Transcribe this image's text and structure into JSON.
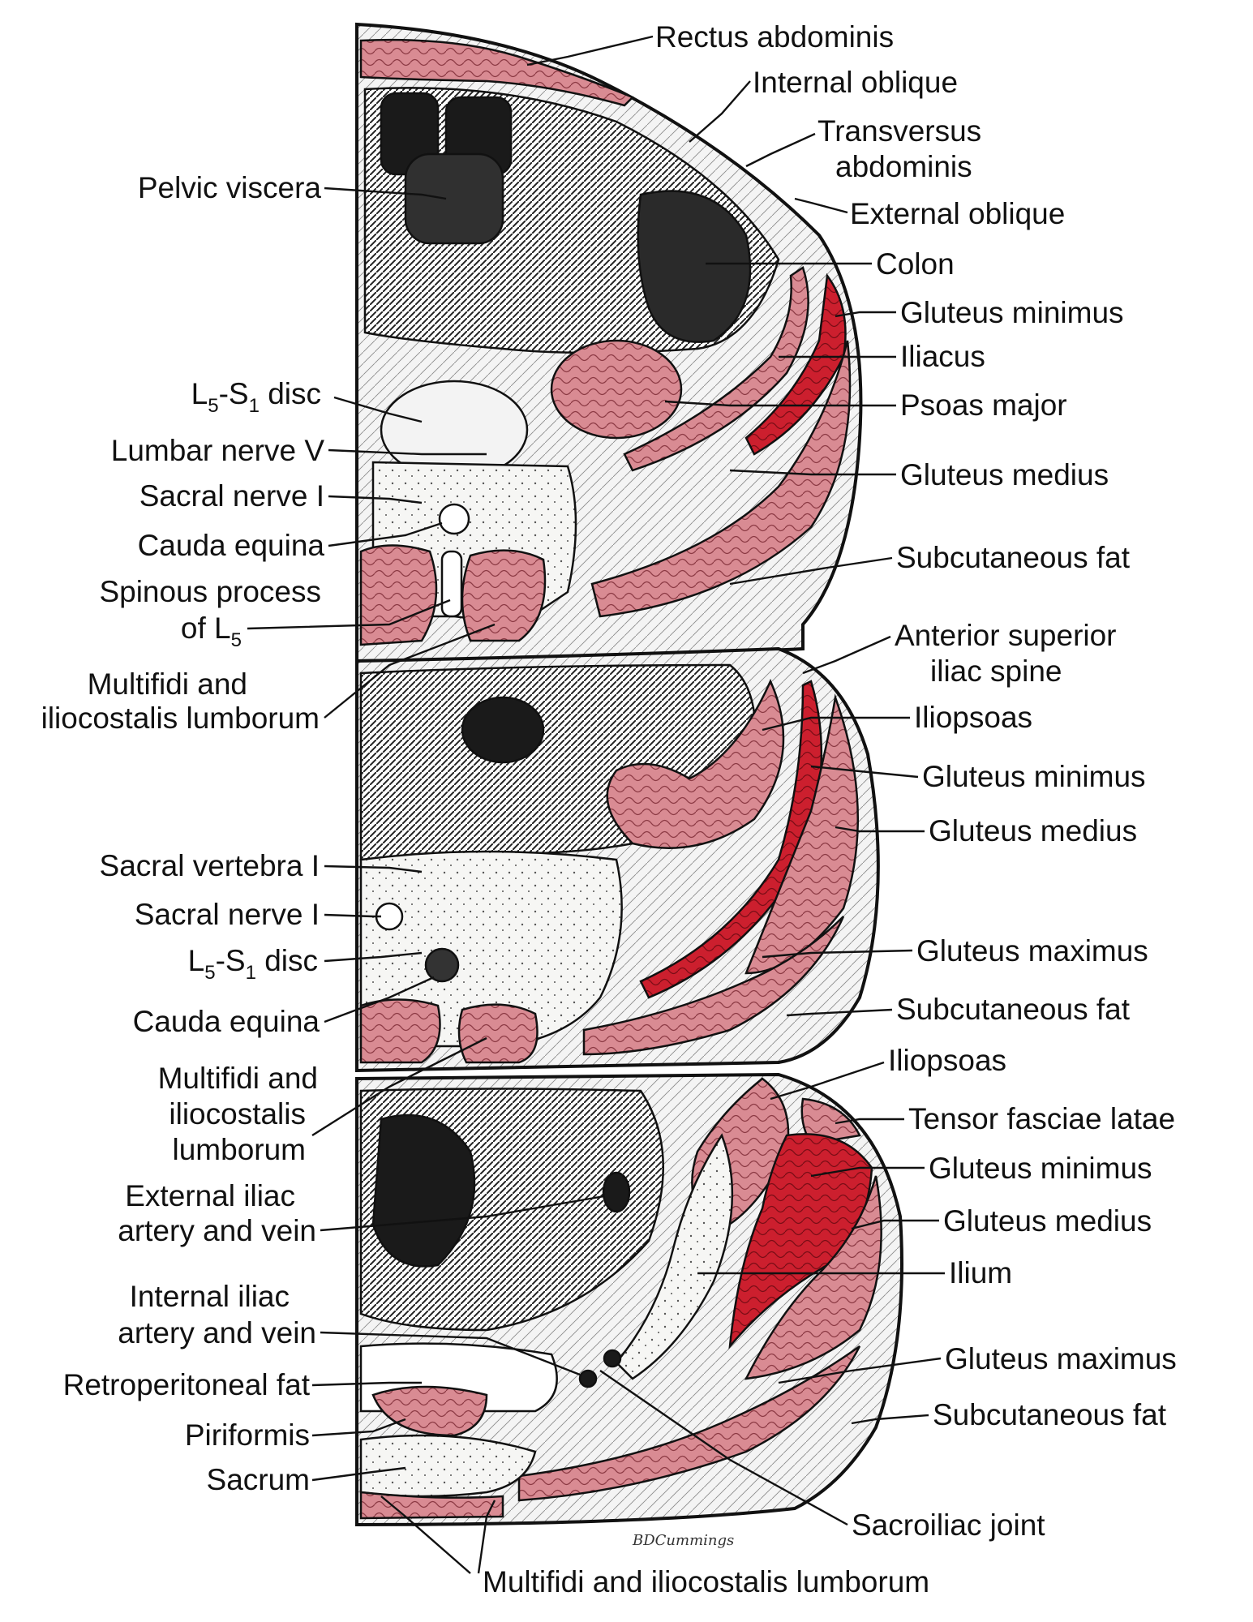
{
  "colors": {
    "muscle": "#d98b93",
    "muscle_dark": "#cc1f2e",
    "bone": "#f6f6f4",
    "fat": "#f2f2f2",
    "viscera": "#1a1a1a",
    "ink": "#111111"
  },
  "artist_signature": "BDCummings",
  "labels": {
    "rectus_abdominis": "Rectus abdominis",
    "internal_oblique": "Internal oblique",
    "transversus_line1": "Transversus",
    "transversus_line2": "abdominis",
    "external_oblique": "External oblique",
    "colon": "Colon",
    "gluteus_minimus_1": "Gluteus minimus",
    "iliacus": "Iliacus",
    "psoas_major": "Psoas major",
    "gluteus_medius_1": "Gluteus medius",
    "subcutaneous_fat_1": "Subcutaneous fat",
    "asis_line1": "Anterior superior",
    "asis_line2": "iliac spine",
    "iliopsoas_2": "Iliopsoas",
    "gluteus_minimus_2": "Gluteus minimus",
    "gluteus_medius_2": "Gluteus medius",
    "gluteus_maximus_2": "Gluteus maximus",
    "subcutaneous_fat_2": "Subcutaneous fat",
    "iliopsoas_3": "Iliopsoas",
    "tensor_fasciae_latae": "Tensor fasciae latae",
    "gluteus_minimus_3": "Gluteus minimus",
    "gluteus_medius_3": "Gluteus medius",
    "ilium": "Ilium",
    "gluteus_maximus_3": "Gluteus maximus",
    "subcutaneous_fat_3": "Subcutaneous fat",
    "sacroiliac_joint": "Sacroiliac joint",
    "multifidi_bottom": "Multifidi and iliocostalis lumborum",
    "pelvic_viscera": "Pelvic viscera",
    "l5s1_disc_1": {
      "base": "L",
      "sub1": "5",
      "mid": "-S",
      "sub2": "1",
      "rest": " disc"
    },
    "lumbar_nerve_v": "Lumbar nerve V",
    "sacral_nerve_i_1": "Sacral nerve I",
    "cauda_equina_1": "Cauda equina",
    "spinous_line1": "Spinous process",
    "spinous_line2": {
      "base": "of L",
      "sub": "5"
    },
    "multifidi_1_line1": "Multifidi and",
    "multifidi_1_line2": "iliocostalis lumborum",
    "sacral_vertebra_i": "Sacral vertebra I",
    "sacral_nerve_i_2": "Sacral nerve I",
    "l5s1_disc_2": {
      "base": "L",
      "sub1": "5",
      "mid": "-S",
      "sub2": "1",
      "rest": " disc"
    },
    "cauda_equina_2": "Cauda equina",
    "multifidi_2_line1": "Multifidi and",
    "multifidi_2_line2": "iliocostalis",
    "multifidi_2_line3": "lumborum",
    "ext_iliac_line1": "External iliac",
    "ext_iliac_line2": "artery and vein",
    "int_iliac_line1": "Internal iliac",
    "int_iliac_line2": "artery and vein",
    "retroperitoneal_fat": "Retroperitoneal fat",
    "piriformis": "Piriformis",
    "sacrum": "Sacrum"
  }
}
